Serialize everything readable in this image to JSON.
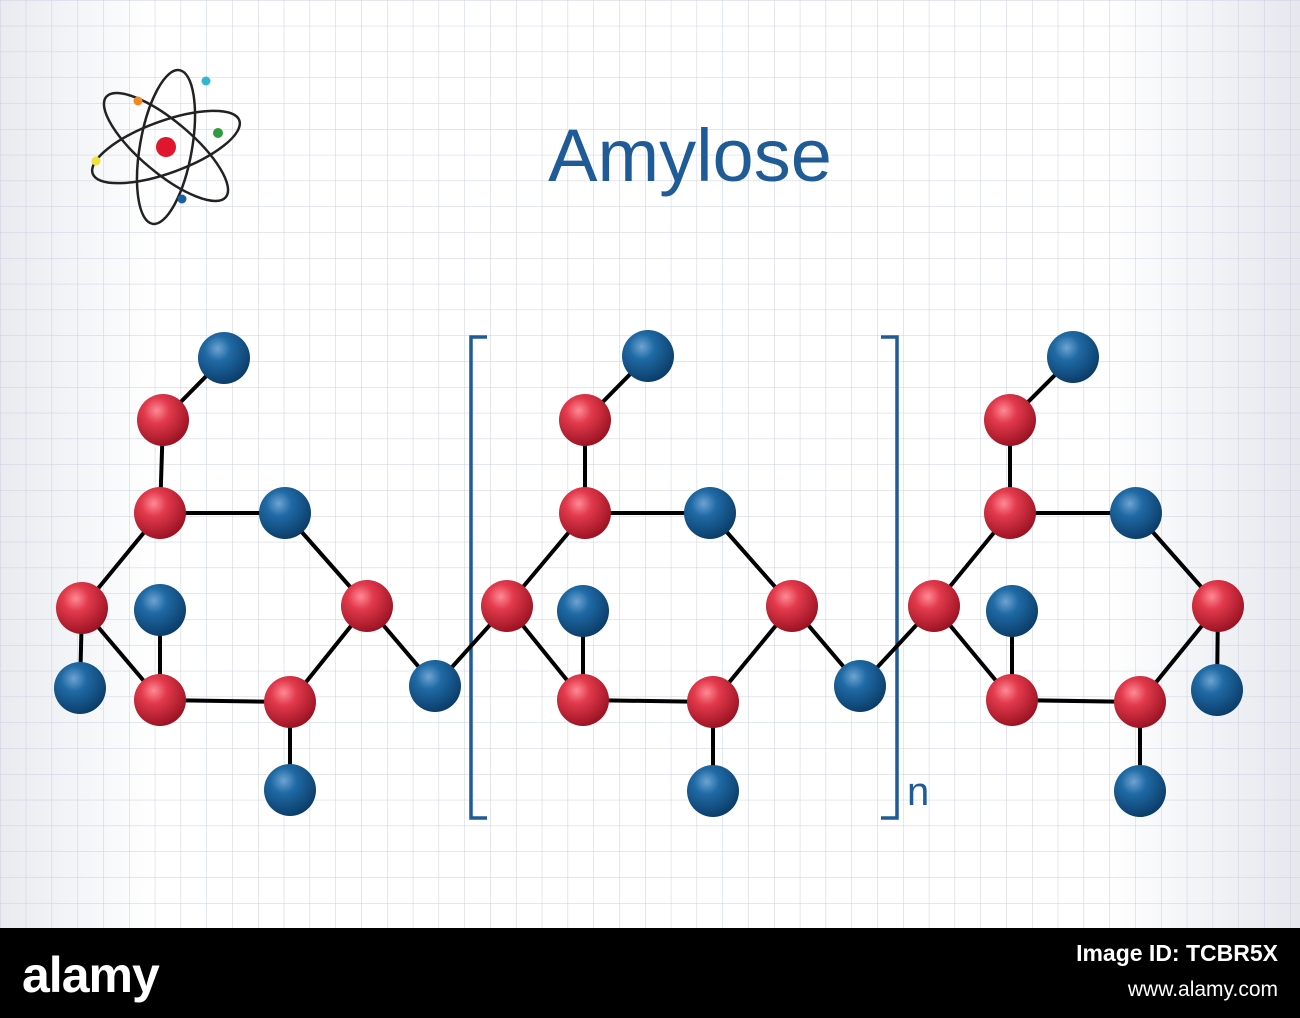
{
  "title": "Amylose",
  "repeat_label": "n",
  "footer": {
    "brand": "alamy",
    "image_id": "Image ID: TCBR5X",
    "url": "www.alamy.com"
  },
  "watermark_text": "alamy",
  "colors": {
    "title": "#1f5b96",
    "bracket": "#1f5b96",
    "carbon_atom": "#cc2233",
    "oxygen_atom": "#155e96",
    "bond": "#000000",
    "grid_line": "#c9cfe0",
    "footer_bg": "#000000"
  },
  "icons": {
    "atom_logo": "atom-icon"
  }
}
